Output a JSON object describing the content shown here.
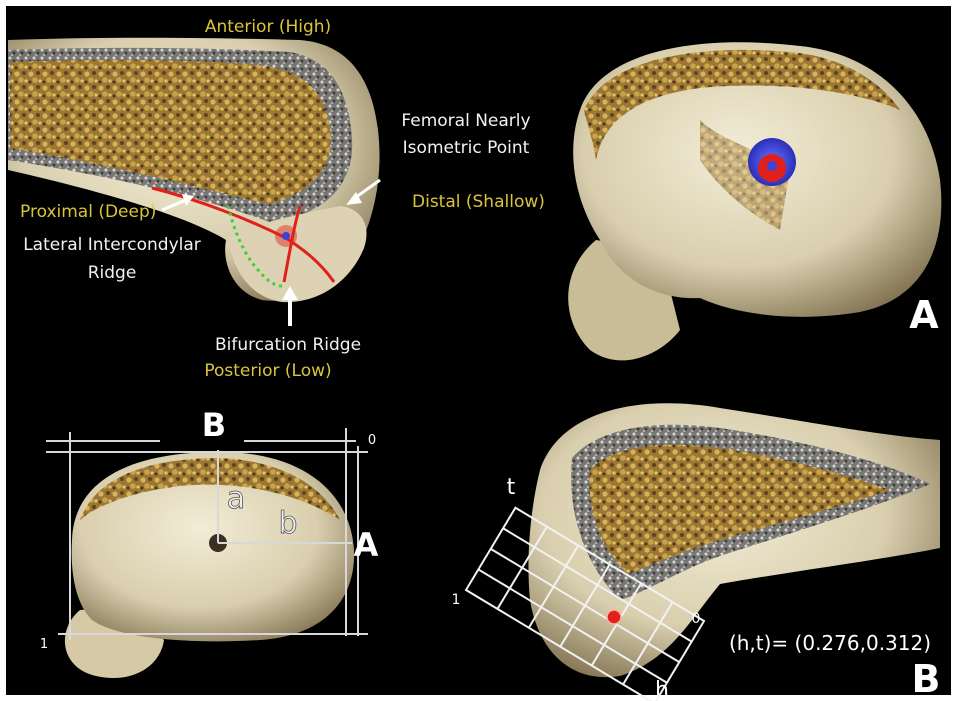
{
  "panel_top_left": {
    "anterior": "Anterior (High)",
    "posterior": "Posterior (Low)",
    "proximal": "Proximal (Deep)",
    "distal": "Distal (Shallow)",
    "femoral_point_line1": "Femoral Nearly",
    "femoral_point_line2": "Isometric Point",
    "lir_line1": "Lateral Intercondylar",
    "lir_line2": "Ridge",
    "bifurcation": "Bifurcation Ridge"
  },
  "panel_top_right": {
    "letter": "A"
  },
  "panel_bottom_left": {
    "title_letter": "B",
    "side_letter": "A",
    "label_a": "a",
    "label_b": "b",
    "tick_zero": "0",
    "tick_one": "1"
  },
  "panel_bottom_right": {
    "label_t": "t",
    "label_h": "h",
    "tick_one": "1",
    "tick_zero": "0",
    "coordinate_readout": "(h,t)= (0.276,0.312)",
    "letter": "B"
  },
  "colors": {
    "background": "#000000",
    "yellow_label": "#d9c53a",
    "white_label": "#f2f2f2",
    "ridge_red": "#e0201a",
    "ridge_green": "#3fcf3a",
    "isometric_blue": "#3a44d8",
    "bone": "#e6dcc0",
    "bone_shadow": "#8a7a55",
    "cancellous": "#b08a3c"
  }
}
